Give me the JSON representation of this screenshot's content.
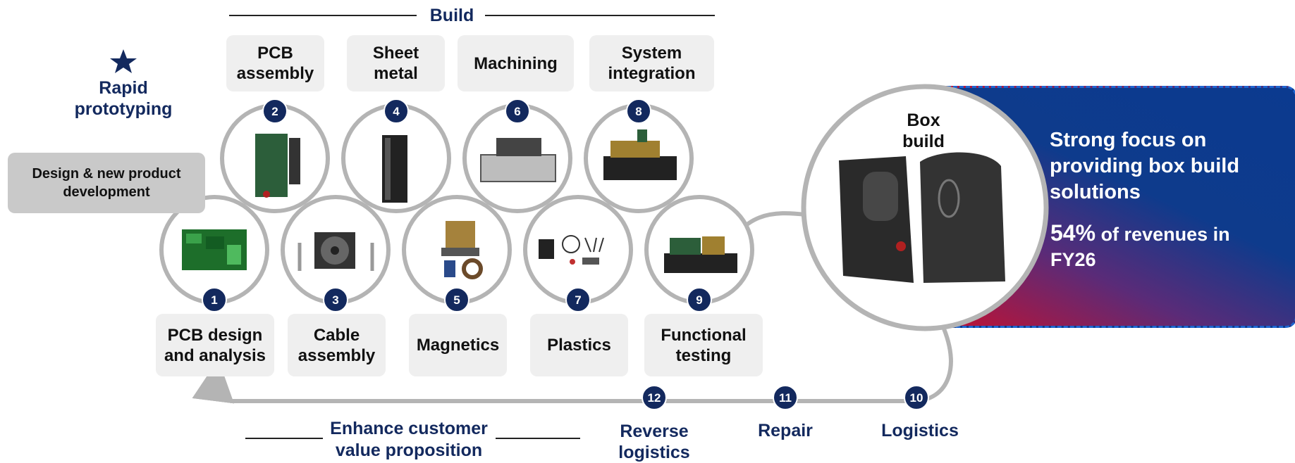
{
  "build_header": "Build",
  "star_label": "Rapid\nprototyping",
  "design_box": "Design & new product\ndevelopment",
  "top_boxes": [
    {
      "label": "PCB\nassembly"
    },
    {
      "label": "Sheet\nmetal"
    },
    {
      "label": "Machining"
    },
    {
      "label": "System\nintegration"
    }
  ],
  "bottom_boxes": [
    {
      "label": "PCB design\nand analysis"
    },
    {
      "label": "Cable\nassembly"
    },
    {
      "label": "Magnetics"
    },
    {
      "label": "Plastics"
    },
    {
      "label": "Functional\ntesting"
    }
  ],
  "steps": [
    "1",
    "2",
    "3",
    "4",
    "5",
    "6",
    "7",
    "8",
    "9",
    "10",
    "11",
    "12"
  ],
  "box_build_title": "Box\nbuild",
  "panel": {
    "heading": "Strong focus on\nproviding box build\nsolutions",
    "pct": "54%",
    "pct_text": "of revenues in",
    "fy": "FY26"
  },
  "service_labels": [
    {
      "label": "Logistics"
    },
    {
      "label": "Repair"
    },
    {
      "label": "Reverse\nlogistics"
    }
  ],
  "enhance_label": "Enhance customer\nvalue proposition",
  "colors": {
    "navy": "#13295e",
    "panel_blue": "#0b3a8f",
    "panel_red": "#c8102e",
    "loop_grey": "#b4b4b4",
    "box_grey": "#efefef"
  }
}
